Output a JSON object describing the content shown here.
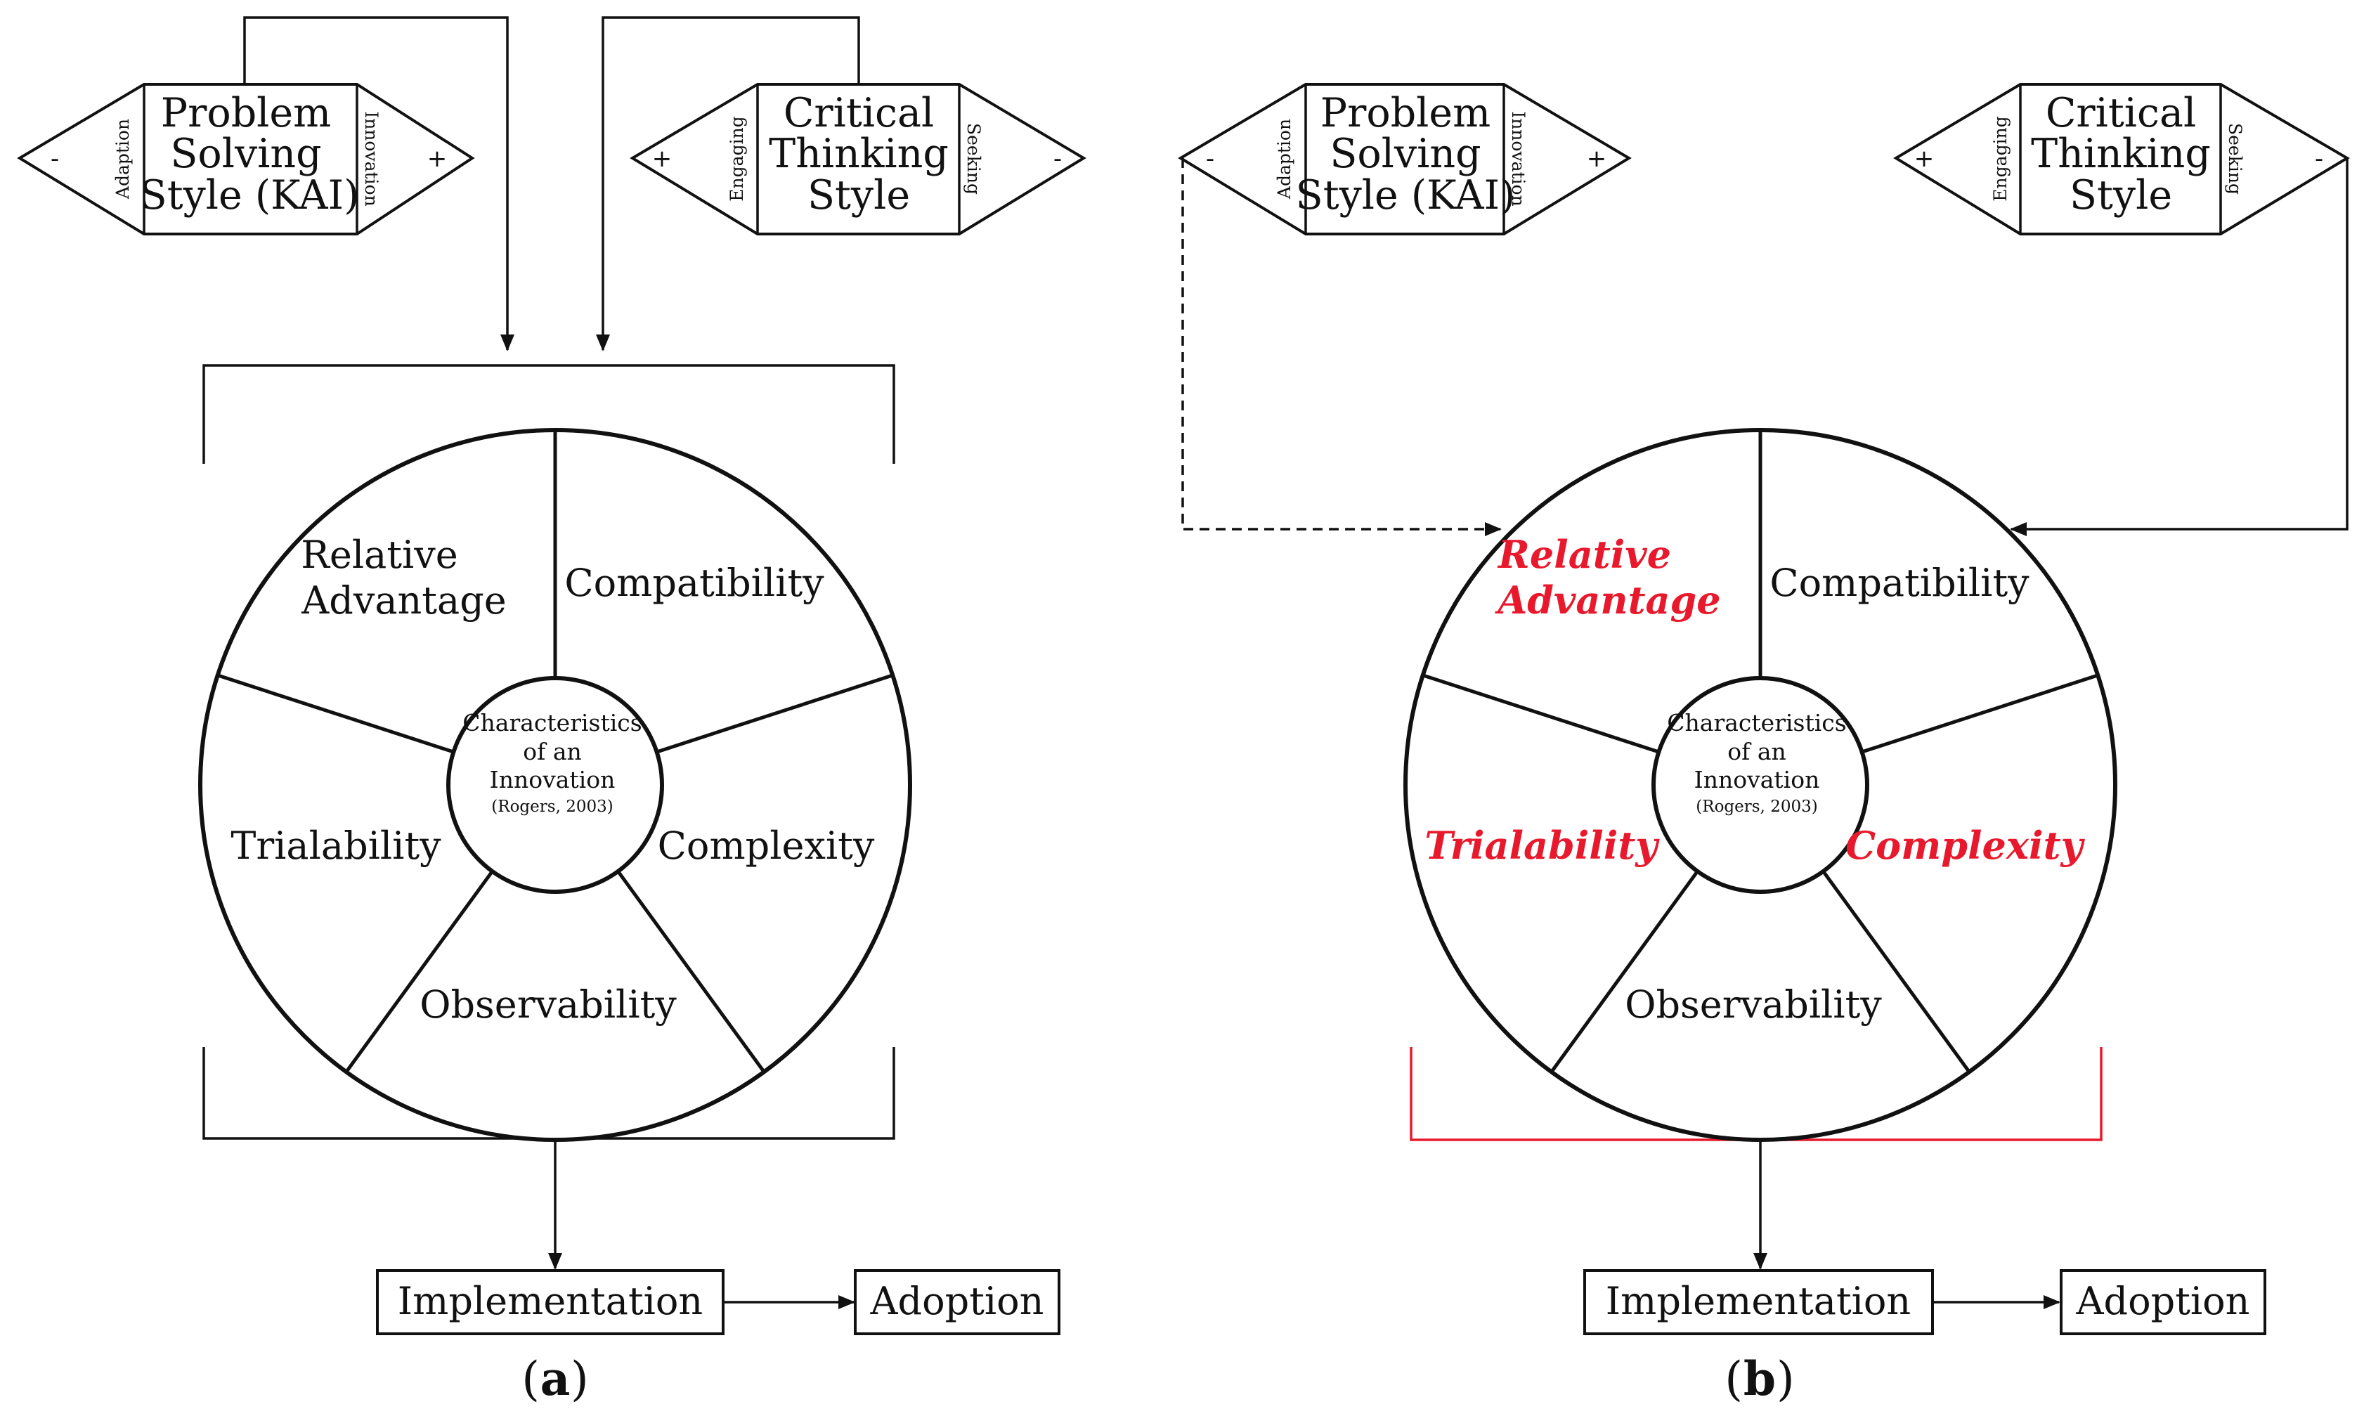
{
  "panels": [
    {
      "id": "a",
      "caption": "(a)",
      "caption_letter": "a",
      "pss": {
        "title_lines": [
          "Problem",
          "Solving",
          "Style (KAI)"
        ],
        "left_side": "Adaption",
        "right_side": "Innovation",
        "left_sign": "-",
        "right_sign": "+"
      },
      "cts": {
        "title_lines": [
          "Critical",
          "Thinking",
          "Style"
        ],
        "left_side": "Engaging",
        "right_side": "Seeking",
        "left_sign": "+",
        "right_sign": "-"
      },
      "segments": {
        "relative_advantage": [
          "Relative",
          "Advantage"
        ],
        "compatibility": "Compatibility",
        "trialability": "Trialability",
        "complexity": "Complexity",
        "observability": "Observability"
      },
      "center": {
        "lines": [
          "Characteristics",
          "of an",
          "Innovation"
        ],
        "citation": "(Rogers, 2003)"
      },
      "implementation": "Implementation",
      "adoption": "Adoption"
    },
    {
      "id": "b",
      "caption": "(b)",
      "caption_letter": "b",
      "pss": {
        "title_lines": [
          "Problem",
          "Solving",
          "Style (KAI)"
        ],
        "left_side": "Adaption",
        "right_side": "Innovation",
        "left_sign": "-",
        "right_sign": "+"
      },
      "cts": {
        "title_lines": [
          "Critical",
          "Thinking",
          "Style"
        ],
        "left_side": "Engaging",
        "right_side": "Seeking",
        "left_sign": "+",
        "right_sign": "-"
      },
      "segments": {
        "relative_advantage": [
          "Relative",
          "Advantage"
        ],
        "compatibility": "Compatibility",
        "trialability": "Trialability",
        "complexity": "Complexity",
        "observability": "Observability"
      },
      "highlighted_segments": [
        "Relative Advantage",
        "Trialability",
        "Complexity"
      ],
      "center": {
        "lines": [
          "Characteristics",
          "of an",
          "Innovation"
        ],
        "citation": "(Rogers, 2003)"
      },
      "implementation": "Implementation",
      "adoption": "Adoption"
    }
  ],
  "colors": {
    "line": "#111111",
    "highlight": "#e8192c",
    "background": "#ffffff"
  }
}
